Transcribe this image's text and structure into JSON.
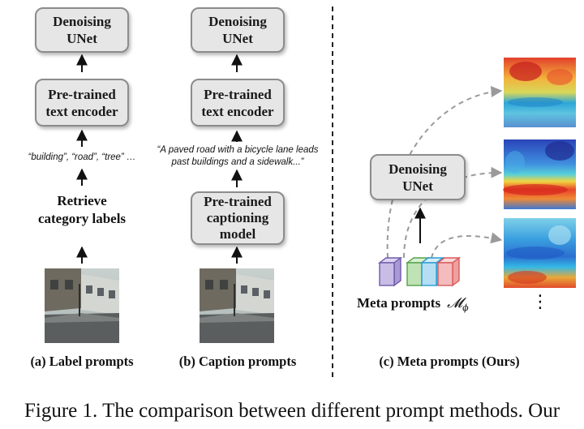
{
  "panel_a": {
    "unet_box": "Denoising\nUNet",
    "encoder_box": "Pre-trained\ntext encoder",
    "labels_text": "“building”, “road”, “tree” …",
    "retrieve_text": "Retrieve\ncategory labels",
    "caption": "(a) Label prompts"
  },
  "panel_b": {
    "unet_box": "Denoising\nUNet",
    "encoder_box": "Pre-trained\ntext encoder",
    "sentence_text": "“A paved road with a bicycle lane leads\npast buildings and a sidewalk...”",
    "captioning_box": "Pre-trained\ncaptioning\nmodel",
    "caption": "(b) Caption prompts"
  },
  "panel_c": {
    "unet_box": "Denoising\nUNet",
    "meta_label": "Meta prompts",
    "meta_symbol": "𝓜",
    "meta_subscript": "ϕ",
    "caption": "(c) Meta prompts (Ours)",
    "cube_colors": [
      "#c9bde6",
      "#bfe3b5",
      "#b5def5",
      "#f4bcbc"
    ],
    "ellipsis": "⋮"
  },
  "figure_caption": "Figure 1. The comparison between different prompt methods. Our"
}
